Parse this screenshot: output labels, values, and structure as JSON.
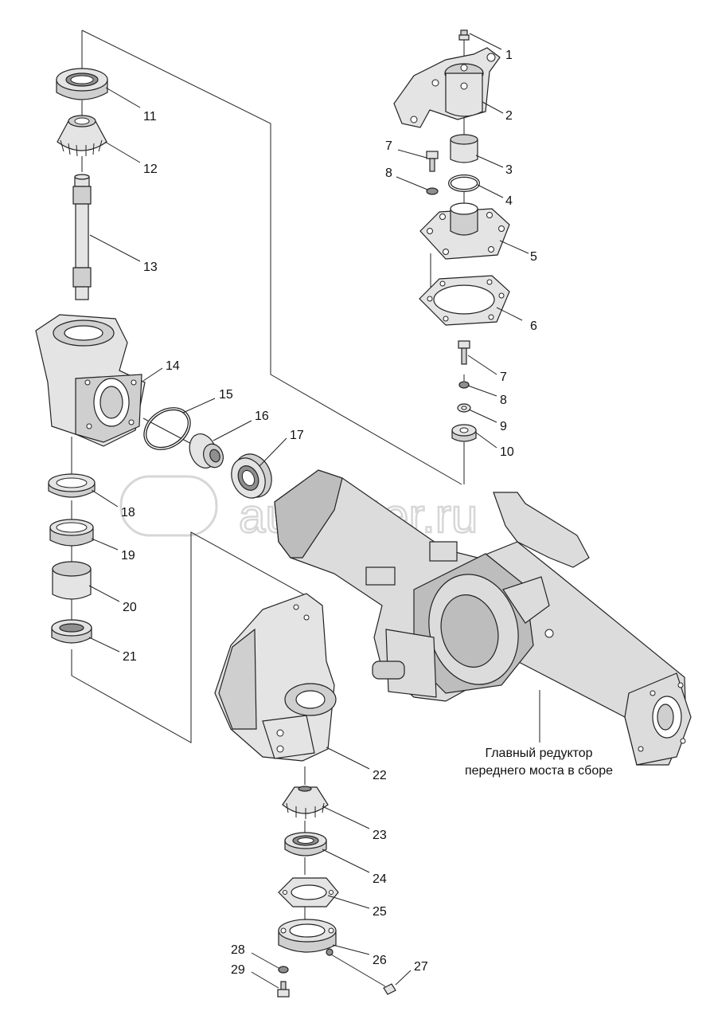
{
  "watermark": "autopiter.ru",
  "assembly_caption": [
    "Главный редуктор",
    "переднего моста в сборе"
  ],
  "callouts": [
    {
      "id": "callout-1",
      "text": "1"
    },
    {
      "id": "callout-2",
      "text": "2"
    },
    {
      "id": "callout-3",
      "text": "3"
    },
    {
      "id": "callout-4",
      "text": "4"
    },
    {
      "id": "callout-5",
      "text": "5"
    },
    {
      "id": "callout-6",
      "text": "6"
    },
    {
      "id": "callout-7a",
      "text": "7"
    },
    {
      "id": "callout-8a",
      "text": "8"
    },
    {
      "id": "callout-7b",
      "text": "7"
    },
    {
      "id": "callout-8b",
      "text": "8"
    },
    {
      "id": "callout-9",
      "text": "9"
    },
    {
      "id": "callout-10",
      "text": "10"
    },
    {
      "id": "callout-11",
      "text": "11"
    },
    {
      "id": "callout-12",
      "text": "12"
    },
    {
      "id": "callout-13",
      "text": "13"
    },
    {
      "id": "callout-14",
      "text": "14"
    },
    {
      "id": "callout-15",
      "text": "15"
    },
    {
      "id": "callout-16",
      "text": "16"
    },
    {
      "id": "callout-17",
      "text": "17"
    },
    {
      "id": "callout-18",
      "text": "18"
    },
    {
      "id": "callout-19",
      "text": "19"
    },
    {
      "id": "callout-20",
      "text": "20"
    },
    {
      "id": "callout-21",
      "text": "21"
    },
    {
      "id": "callout-22",
      "text": "22"
    },
    {
      "id": "callout-23",
      "text": "23"
    },
    {
      "id": "callout-24",
      "text": "24"
    },
    {
      "id": "callout-25",
      "text": "25"
    },
    {
      "id": "callout-26",
      "text": "26"
    },
    {
      "id": "callout-27",
      "text": "27"
    },
    {
      "id": "callout-28",
      "text": "28"
    },
    {
      "id": "callout-29",
      "text": "29"
    }
  ]
}
